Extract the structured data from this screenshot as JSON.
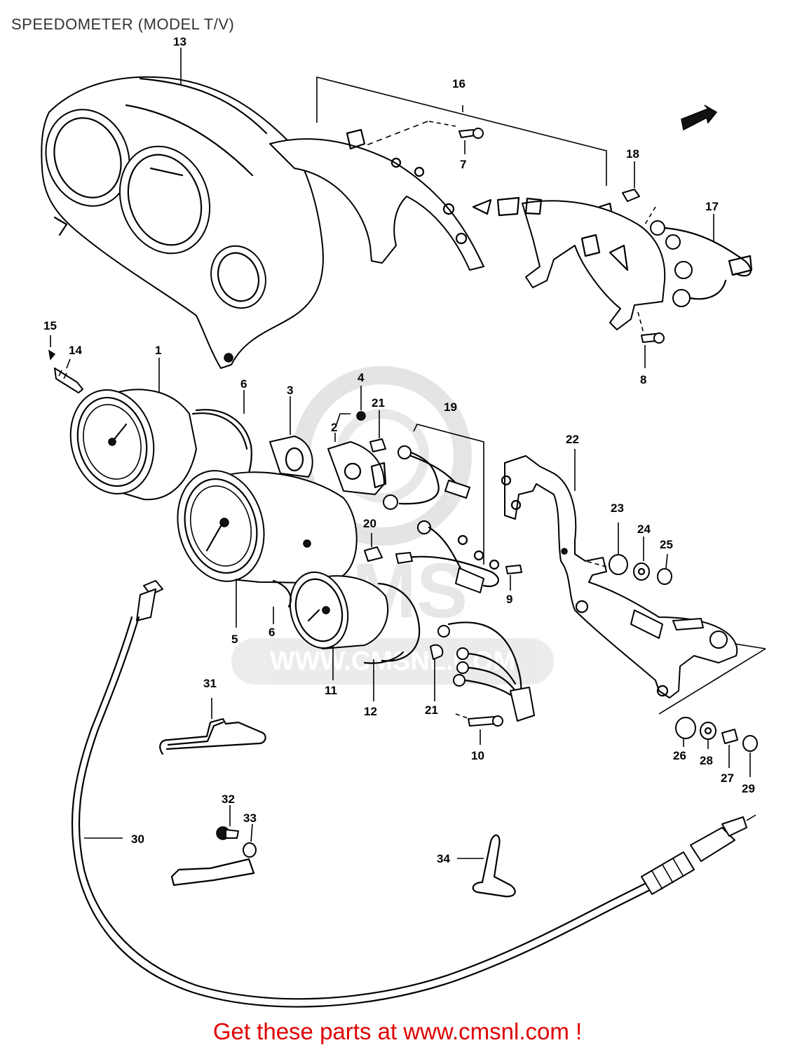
{
  "title": "SPEEDOMETER (MODEL T/V)",
  "footer_text": "Get these parts at www.cmsnl.com !",
  "watermark": {
    "logo_text": "CMS",
    "url_text": "WWW.CMSNL.COM"
  },
  "part_labels": {
    "p1": "1",
    "p2": "2",
    "p3": "3",
    "p4": "4",
    "p5": "5",
    "p6a": "6",
    "p6b": "6",
    "p7": "7",
    "p8": "8",
    "p9": "9",
    "p10": "10",
    "p11": "11",
    "p12": "12",
    "p13": "13",
    "p14": "14",
    "p15": "15",
    "p16": "16",
    "p17": "17",
    "p18": "18",
    "p19": "19",
    "p20": "20",
    "p21a": "21",
    "p21b": "21",
    "p22": "22",
    "p23": "23",
    "p24": "24",
    "p25": "25",
    "p26": "26",
    "p27": "27",
    "p28": "28",
    "p29": "29",
    "p30": "30",
    "p31": "31",
    "p32": "32",
    "p33": "33",
    "p34": "34"
  },
  "colors": {
    "footer": "#e00000",
    "line": "#000000",
    "watermark": "#d9d9d9"
  }
}
